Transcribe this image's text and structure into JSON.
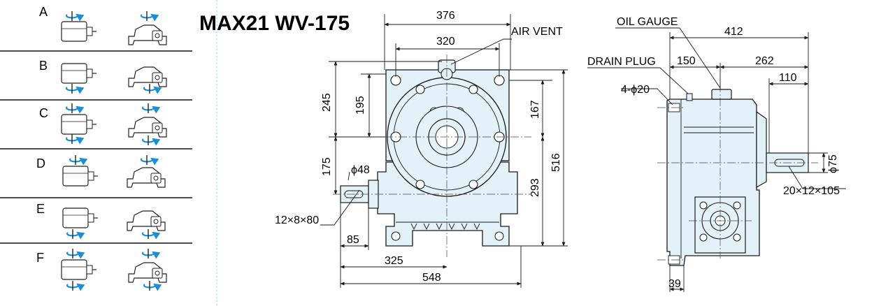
{
  "title": "MAX21 WV-175",
  "mounting_positions": [
    "A",
    "B",
    "C",
    "D",
    "E",
    "F"
  ],
  "front_view": {
    "dims": {
      "top_overall": "376",
      "top_inner": "320",
      "left_upper": "245",
      "left_mid": "195",
      "left_lower": "175",
      "right_upper": "167",
      "right_lower": "293",
      "right_overall": "516",
      "shaft_dia": "ϕ48",
      "shaft_key": "12×8×80",
      "shaft_len": "85",
      "center_dist": "325",
      "bottom_overall": "548"
    },
    "labels": {
      "air_vent": "AIR VENT"
    }
  },
  "side_view": {
    "dims": {
      "overall": "412",
      "left_part": "150",
      "right_part": "262",
      "shaft_len": "110",
      "bolt_holes": "4-ϕ20",
      "shaft_dia": "ϕ75",
      "shaft_key": "20×12×105",
      "base_thick": "39"
    },
    "labels": {
      "oil_gauge": "OIL GAUGE",
      "drain_plug": "DRAIN PLUG"
    }
  },
  "colors": {
    "body_fill": "#e3f1f8",
    "line": "#1a1a1a",
    "arrow": "#1a8fd6",
    "divider": "#9fc6e0"
  }
}
